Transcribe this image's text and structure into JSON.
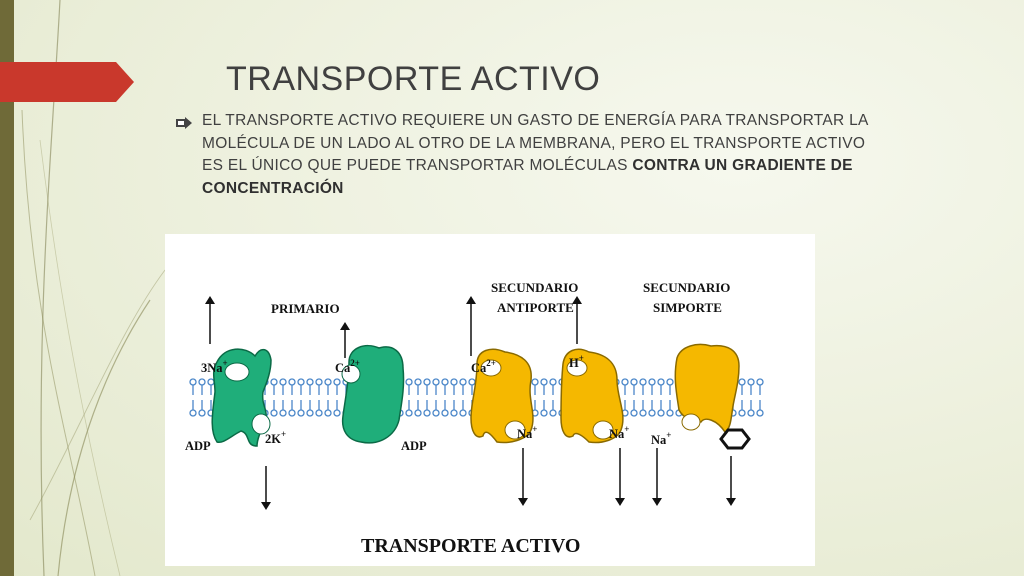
{
  "slide": {
    "title": "TRANSPORTE ACTIVO",
    "bullet_plain": "EL TRANSPORTE ACTIVO REQUIERE UN GASTO DE ENERGÍA PARA TRANSPORTAR LA MOLÉCULA DE UN LADO AL OTRO DE LA MEMBRANA, PERO EL TRANSPORTE ACTIVO ES EL ÚNICO QUE PUEDE TRANSPORTAR MOLÉCULAS ",
    "bullet_bold": "CONTRA UN GRADIENTE DE CONCENTRACIÓN",
    "accent_color": "#c0392b",
    "sidebar_color": "#6f6a38"
  },
  "diagram": {
    "caption": "TRANSPORTE ACTIVO",
    "headers": {
      "primario": "PRIMARIO",
      "secundario_1": "SECUNDARIO",
      "antiporte": "ANTIPORTE",
      "secundario_2": "SECUNDARIO",
      "simporte": "SIMPORTE"
    },
    "labels": {
      "na3": "3Na",
      "na3_sup": "+",
      "k2": "2K",
      "k2_sup": "+",
      "adp_1": "ADP",
      "ca_1": "Ca",
      "ca_1_sup": "2+",
      "adp_2": "ADP",
      "ca_2": "Ca",
      "ca_2_sup": "2+",
      "na_1": "Na",
      "na_1_sup": "+",
      "h": "H",
      "h_sup": "+",
      "na_2": "Na",
      "na_2_sup": "+",
      "na_3": "Na",
      "na_3_sup": "+"
    },
    "colors": {
      "green_pump": "#1fae7a",
      "yellow_pump": "#f5b800",
      "membrane": "#4a86c8"
    }
  }
}
